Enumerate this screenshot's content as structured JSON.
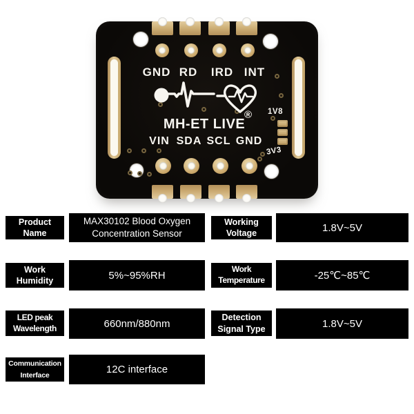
{
  "pcb": {
    "top_pin_labels": [
      "GND",
      "RD",
      "IRD",
      "INT"
    ],
    "bottom_pin_labels": [
      "VIN",
      "SDA",
      "SCL",
      "GND"
    ],
    "brand": "MH-ET LIVE",
    "registered_mark": "®",
    "jumper_label_top": "1V8",
    "jumper_label_bottom": "3V3"
  },
  "colors": {
    "background": "#ffffff",
    "pcb_black": "#0b0907",
    "pad_gold": "#cbab72",
    "hole_white": "#fdfbf2",
    "silkscreen": "#f7f5f0",
    "table_box": "#000000",
    "table_text": "#ffffff"
  },
  "spec_table": {
    "rows": [
      {
        "cells": [
          {
            "label_line1": "Product",
            "label_line2": "Name",
            "value": "MAX30102 Blood Oxygen Concentration Sensor"
          },
          {
            "label_line1": "Working",
            "label_line2": "Voltage",
            "value": "1.8V~5V"
          }
        ]
      },
      {
        "cells": [
          {
            "label_line1": "Work",
            "label_line2": "Humidity",
            "value": "5%~95%RH"
          },
          {
            "label_line1": "Work",
            "label_line2": "Temperature",
            "value": "-25℃~85℃"
          }
        ]
      },
      {
        "cells": [
          {
            "label_line1": "LED peak",
            "label_line2": "Wavelength",
            "value": "660nm/880nm"
          },
          {
            "label_line1": "Detection",
            "label_line2": "Signal Type",
            "value": "1.8V~5V"
          }
        ]
      },
      {
        "cells": [
          {
            "label_line1": "Communication",
            "label_line2": "Interface",
            "value": "12C interface"
          }
        ]
      }
    ]
  }
}
